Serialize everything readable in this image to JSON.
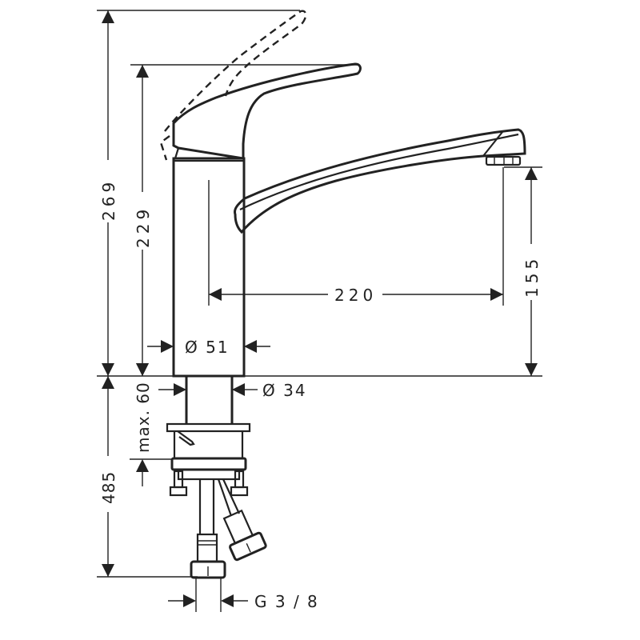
{
  "drawing": {
    "subject": "single-lever kitchen mixer tap, side elevation technical drawing",
    "line_color": "#222222",
    "background": "#ffffff"
  },
  "dimensions": {
    "total_height_lever_raised": "269",
    "height_lever_closed": "229",
    "spout_reach": "220",
    "spout_clearance": "155",
    "body_diameter": "Ø 51",
    "shank_diameter": "Ø 34",
    "max_deck_thickness": "max. 60",
    "hose_length": "485",
    "connection_thread": "G 3 / 8"
  }
}
